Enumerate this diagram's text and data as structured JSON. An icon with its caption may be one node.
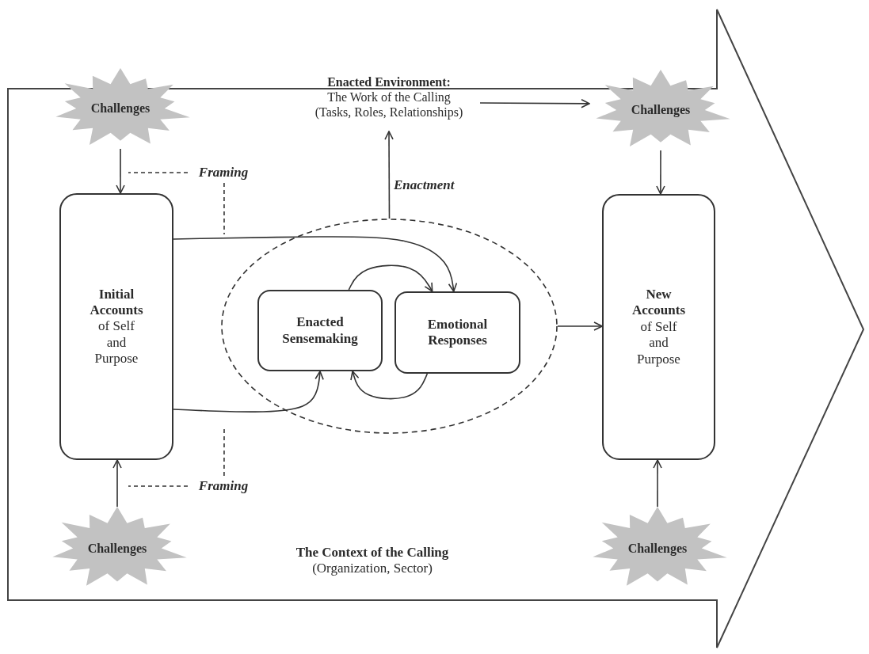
{
  "diagram": {
    "nodes": [
      {
        "text": [
          "The Context of the Calling",
          "(Organization, Sector)"
        ]
      },
      {
        "text": [
          "Challenges"
        ],
        "in": 0
      },
      {
        "text": [
          "Enacted Environment:",
          "The Work of the Calling (Tasks, Roles, Relationships)"
        ],
        "in": 0
      },
      {
        "text": [
          "Challenges"
        ],
        "in": 0
      },
      {
        "text": [
          "**Initial Accounts** of Self and Purpose"
        ],
        "in": 0
      },
      {
        "text": [],
        "shape": "ellipse",
        "in": 0
      },
      {
        "text": [
          "Enacted Sensemaking"
        ],
        "in": 5
      },
      {
        "text": [
          "Emotional Responses"
        ],
        "in": 5
      },
      {
        "text": [
          "**New Accounts** of Self and Purpose"
        ],
        "in": 0
      },
      {
        "text": [
          "Challenges"
        ],
        "in": 0
      },
      {
        "text": [
          "Challenges"
        ],
        "in": 0
      },
      {
        "text": [
          "Framing"
        ],
        "in": 0
      },
      {
        "text": [
          "Framing"
        ],
        "in": 0
      }
    ],
    "edges": [
      {
        "from": 1,
        "to": 4,
        "arrow": "to"
      },
      {
        "from": 9,
        "to": 4,
        "arrow": "to"
      },
      {
        "from": 2,
        "to": 3,
        "arrow": "to"
      },
      {
        "from": 5,
        "to": 2,
        "arrow": "to",
        "label": "Enactment"
      },
      {
        "from": 4,
        "to": 7,
        "arrow": "to"
      },
      {
        "from": 4,
        "to": 6,
        "arrow": "to"
      },
      {
        "from": 6,
        "to": 7,
        "arrow": "to"
      },
      {
        "from": 7,
        "to": 6,
        "arrow": "to"
      },
      {
        "from": 5,
        "to": 8,
        "arrow": "to"
      },
      {
        "from": 3,
        "to": 8,
        "arrow": "to"
      },
      {
        "from": 10,
        "to": 8,
        "arrow": "to"
      },
      {
        "from": 11,
        "to": null,
        "arrow": "none",
        "style": "dashed"
      },
      {
        "from": 11,
        "to": null,
        "arrow": "none",
        "style": "dashed"
      },
      {
        "from": 12,
        "to": null,
        "arrow": "none",
        "style": "dashed"
      },
      {
        "from": 12,
        "to": null,
        "arrow": "none",
        "style": "dashed"
      }
    ]
  }
}
